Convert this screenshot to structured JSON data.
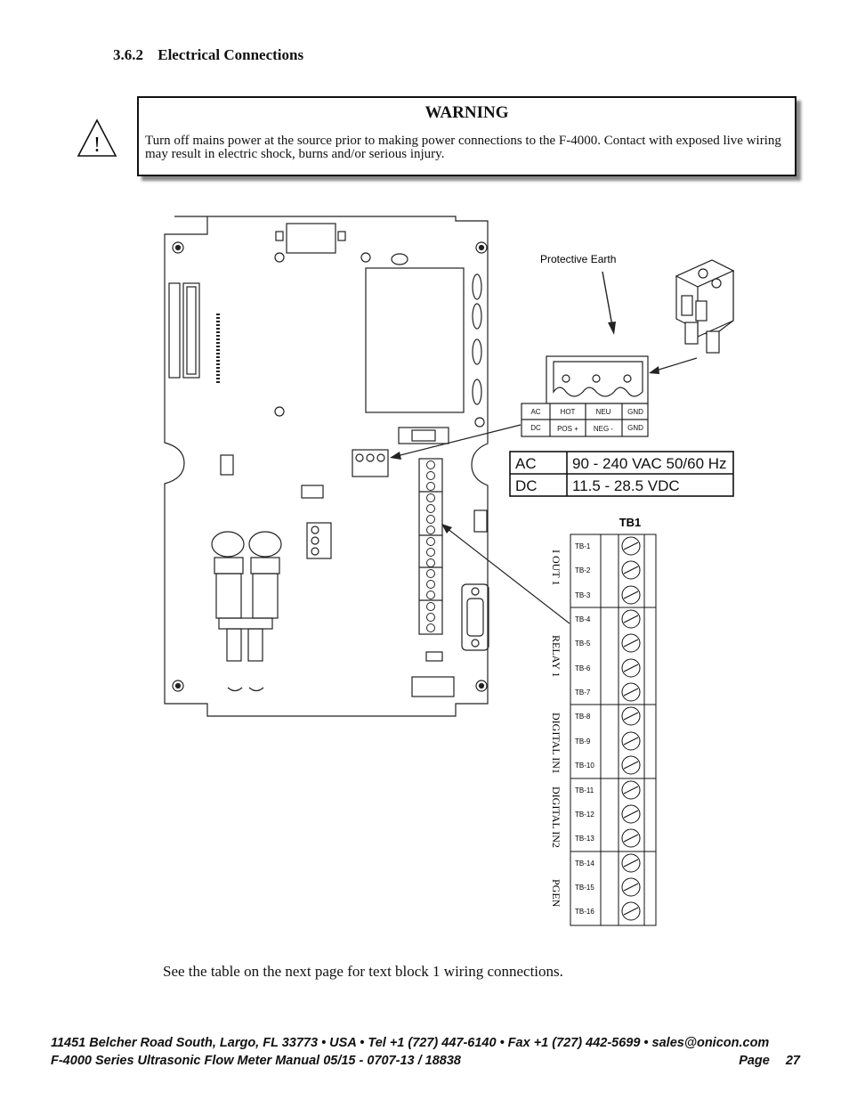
{
  "section": {
    "number": "3.6.2",
    "title": "Electrical Connections"
  },
  "warning": {
    "title": "WARNING",
    "text": "Turn off mains power at the source prior to making power connections to the F-4000. Contact with exposed live wiring may result in electric shock, burns and/or serious injury.",
    "icon_symbol": "!"
  },
  "diagram": {
    "protective_earth_label": "Protective Earth",
    "power_terminal": {
      "ac_row": [
        "AC",
        "HOT",
        "NEU",
        "GND"
      ],
      "dc_row": [
        "DC",
        "POS +",
        "NEG -",
        "GND"
      ]
    },
    "supply_table": [
      {
        "type": "AC",
        "range": "90 - 240 VAC 50/60 Hz"
      },
      {
        "type": "DC",
        "range": "11.5 - 28.5 VDC"
      }
    ],
    "tb1": {
      "title": "TB1",
      "terminals": [
        "TB-1",
        "TB-2",
        "TB-3",
        "TB-4",
        "TB-5",
        "TB-6",
        "TB-7",
        "TB-8",
        "TB-9",
        "TB-10",
        "TB-11",
        "TB-12",
        "TB-13",
        "TB-14",
        "TB-15",
        "TB-16"
      ],
      "groups": [
        {
          "label": "I OUT 1",
          "count": 3
        },
        {
          "label": "RELAY 1",
          "count": 4
        },
        {
          "label": "DIGITAL IN1",
          "count": 3
        },
        {
          "label": "DIGITAL IN2",
          "count": 3
        },
        {
          "label": "PGEN",
          "count": 3
        }
      ]
    }
  },
  "note": "See the table on the next page for text block 1 wiring connections.",
  "footer": {
    "address": "11451 Belcher Road South, Largo, FL 33773 • USA • Tel +1 (727) 447-6140 • Fax +1 (727) 442-5699 • sales@onicon.com",
    "manual": "F-4000 Series Ultrasonic Flow Meter Manual 05/15 - 0707-13 / 18838",
    "page_label": "Page",
    "page_number": "27"
  }
}
